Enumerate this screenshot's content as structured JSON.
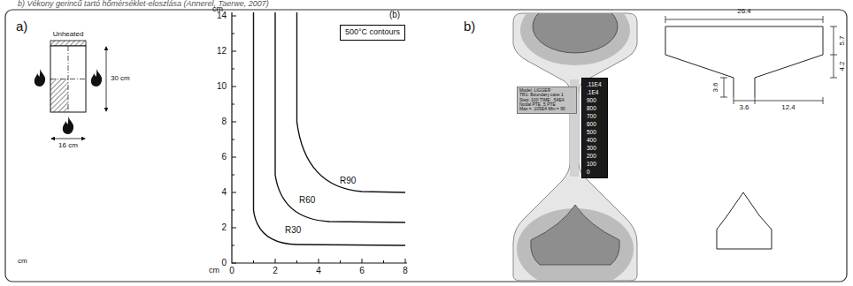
{
  "diagram": {
    "caption": "b) Vékony gerincű tartó hőmérséklet-eloszlása (Annerel, Taerwe, 2007)",
    "nodes": [
      {
        "text": [
          "500°C contours"
        ]
      },
      {
        "text": [
          "Model: LIGGER",
          "TR1: Boundary case 1",
          "Step: 100  TIME: .54E4",
          "Nodal PTE   .5 PTE",
          "Max = .105E4  Min = 95"
        ]
      },
      {
        "text": [
          ".11E4",
          ".1E4",
          "900",
          "800",
          "700",
          "600",
          "500",
          "400",
          "300",
          "200",
          "100",
          "0"
        ]
      }
    ],
    "labels": [
      "a)",
      "Unheated",
      "30 cm",
      "16 cm",
      "cm",
      "cm",
      "14",
      "12",
      "10",
      "8",
      "6",
      "4",
      "2",
      "0",
      "cm",
      "0",
      "2",
      "4",
      "6",
      "8",
      "(b)",
      "R90",
      "R60",
      "R30",
      "b)",
      "26.4",
      "5.7",
      "4.2",
      "3.6",
      "3.6",
      "12.4"
    ]
  }
}
